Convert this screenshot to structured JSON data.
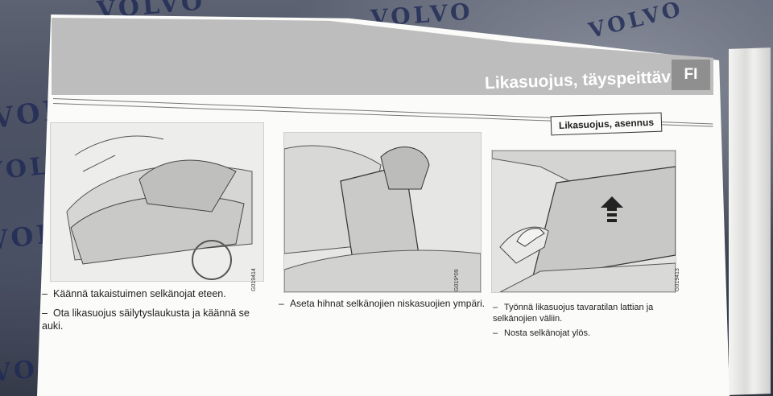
{
  "header": {
    "title": "Likasuojus, täyspeittävä",
    "language_tab": "FI"
  },
  "section": {
    "heading": "Likasuojus, asennus"
  },
  "panels": [
    {
      "code": "G019414",
      "steps": [
        "Käännä takaistuimen selkänojat eteen.",
        "Ota likasuojus säilytyslaukusta ja käännä se auki."
      ]
    },
    {
      "code": "G019*09",
      "steps": [
        "Aseta hihnat selkänojien niskasuojien ympäri."
      ]
    },
    {
      "code": "G019413",
      "steps": [
        "Työnnä likasuojus tavaratilan lattian ja selkänojien väliin.",
        "Nosta selkänojat ylös."
      ]
    }
  ],
  "background": {
    "brand_word": "VOLVO"
  },
  "colors": {
    "header_band": "#bdbdbd",
    "tab": "#8f8f8f",
    "paper": "#fbfbf9"
  },
  "icons": [
    "arrow-up-icon",
    "hand-icon"
  ]
}
